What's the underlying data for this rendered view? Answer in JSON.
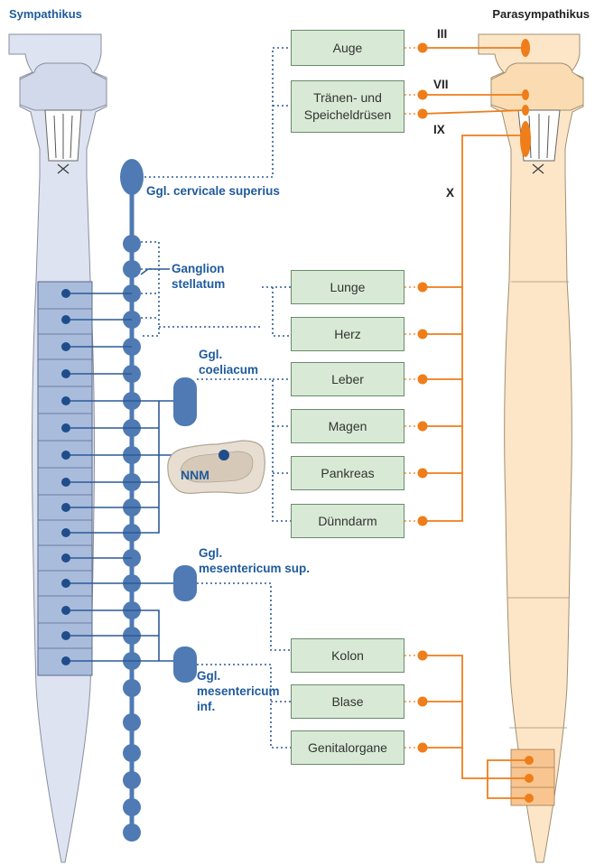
{
  "header": {
    "sympathetic": "Sympathikus",
    "parasympathetic": "Parasympathikus"
  },
  "organs": [
    "Auge",
    "Tränen- und\nSpeicheldrüsen",
    "Lunge",
    "Herz",
    "Leber",
    "Magen",
    "Pankreas",
    "Dünndarm",
    "Kolon",
    "Blase",
    "Genitalorgane"
  ],
  "ganglia": {
    "cervicale": "Ggl. cervicale superius",
    "stellatum": "Ganglion\nstellatum",
    "coeliacum": "Ggl.\ncoeliacum",
    "mes_sup": "Ggl.\nmesentericum sup.",
    "mes_inf": "Ggl.\nmesentericum\ninf."
  },
  "nerves": [
    "III",
    "VII",
    "IX",
    "X"
  ],
  "adrenal_label": "NNM",
  "colors": {
    "sympathetic": "#1f5a9c",
    "parasympathetic": "#ee7d1a",
    "organ_fill": "#d8ead5"
  }
}
